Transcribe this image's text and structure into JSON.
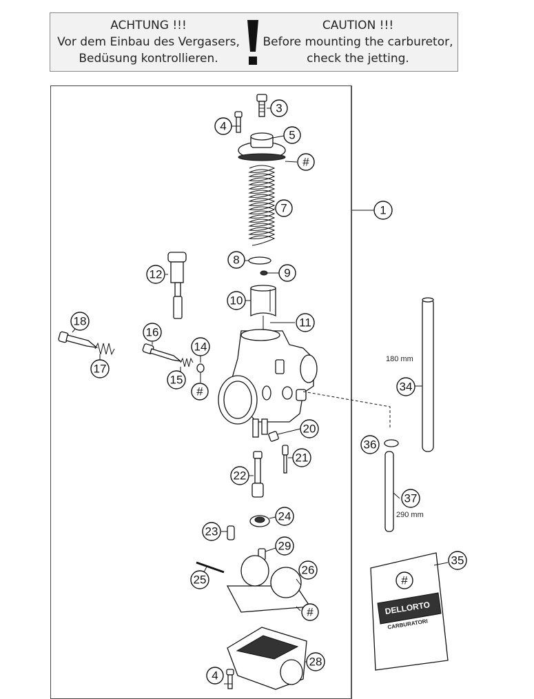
{
  "warning": {
    "de_title": "ACHTUNG !!!",
    "de_line1": "Vor dem Einbau des Vergasers,",
    "de_line2": "Bedüsung kontrollieren.",
    "en_title": "CAUTION !!!",
    "en_line1": "Before mounting the carburetor,",
    "en_line2": "check the jetting."
  },
  "callouts": {
    "c1": "1",
    "c3": "3",
    "c4a": "4",
    "c5": "5",
    "hash1": "#",
    "c7": "7",
    "c8": "8",
    "c9": "9",
    "c10": "10",
    "c11": "11",
    "c12": "12",
    "c14": "14",
    "c15": "15",
    "c16": "16",
    "hash2": "#",
    "c17": "17",
    "c18": "18",
    "c20": "20",
    "c21": "21",
    "c22": "22",
    "c23": "23",
    "c24": "24",
    "c25": "25",
    "c26": "26",
    "c28": "28",
    "c29": "29",
    "hash3": "#",
    "c4b": "4",
    "c34": "34",
    "c35": "35",
    "c36": "36",
    "c37": "37",
    "hash4": "#"
  },
  "dimensions": {
    "tube_long": "180 mm",
    "tube_short": "290 mm"
  },
  "package": {
    "brand_text": "DELLORTO",
    "sub_text": "CARBURATORI"
  }
}
